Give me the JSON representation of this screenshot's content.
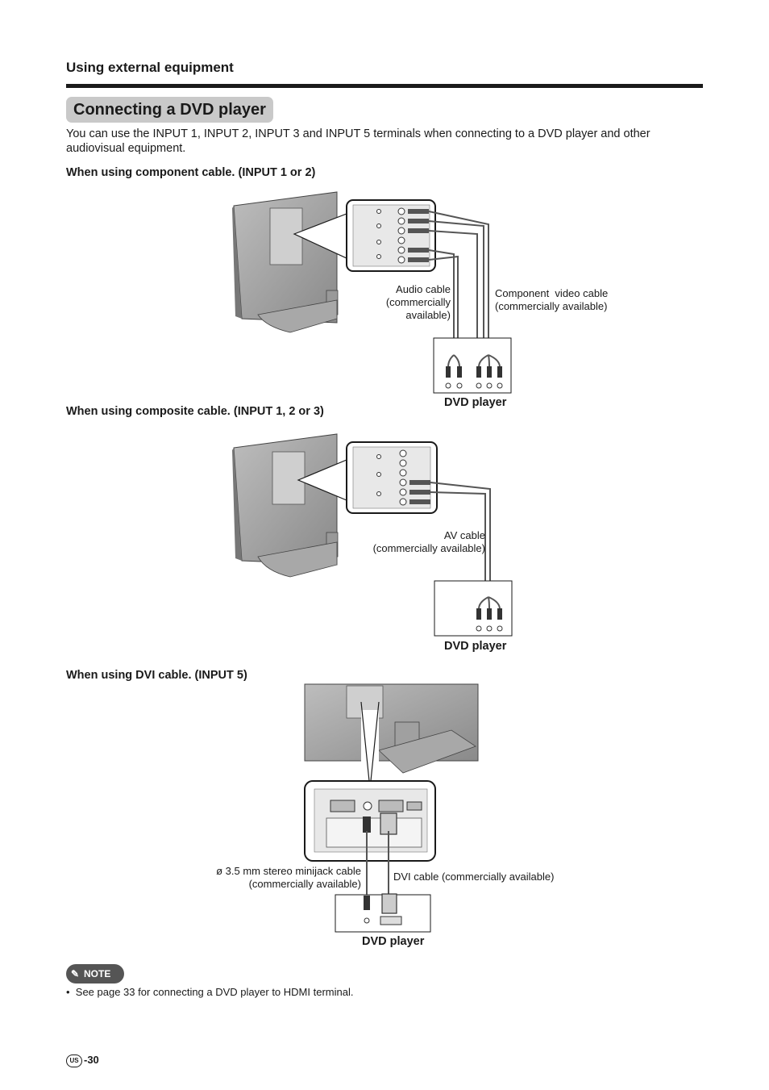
{
  "header": {
    "section": "Using external equipment",
    "title": "Connecting a DVD player",
    "intro": "You can use the INPUT 1, INPUT 2, INPUT 3 and INPUT 5 terminals when connecting to a DVD player and other audiovisual equipment."
  },
  "component": {
    "heading": "When using component cable. (INPUT 1 or 2)",
    "audio_cable": [
      "Audio cable",
      "(commercially",
      "available)"
    ],
    "video_cable": [
      "Component  video cable",
      "(commercially available)"
    ],
    "device": "DVD player"
  },
  "composite": {
    "heading": "When using composite cable. (INPUT 1, 2 or 3)",
    "av_cable": [
      "AV cable",
      "(commercially available)"
    ],
    "device": "DVD player"
  },
  "dvi": {
    "heading": "When using DVI cable. (INPUT 5)",
    "minijack_cable": [
      "ø 3.5 mm stereo minijack cable",
      "(commercially available)"
    ],
    "dvi_cable": "DVI cable (commercially available)",
    "device": "DVD player"
  },
  "note": {
    "badge": "NOTE",
    "items": [
      "See page 33 for connecting a DVD player to HDMI terminal."
    ]
  },
  "footer": {
    "region": "US",
    "page": "-30"
  }
}
